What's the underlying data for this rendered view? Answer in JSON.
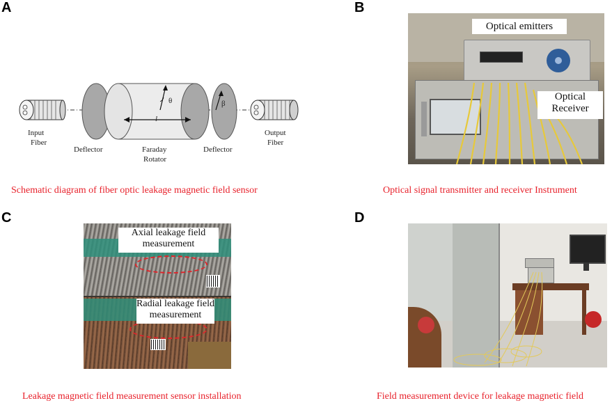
{
  "panels": {
    "a": {
      "letter": "A",
      "caption": "Schematic diagram of fiber optic leakage magnetic field sensor",
      "labels": {
        "input_fiber_1": "Input",
        "input_fiber_2": "Fiber",
        "deflector_left": "Deflector",
        "faraday_1": "Faraday",
        "faraday_2": "Rotator",
        "deflector_right": "Deflector",
        "output_fiber_1": "Output",
        "output_fiber_2": "Fiber",
        "theta": "θ",
        "beta": "β",
        "length": "l"
      }
    },
    "b": {
      "letter": "B",
      "caption": "Optical signal transmitter and receiver Instrument",
      "labels": {
        "emitters": "Optical emitters",
        "receiver_1": "Optical",
        "receiver_2": "Receiver"
      }
    },
    "c": {
      "letter": "C",
      "caption": "Leakage magnetic field measurement sensor installation",
      "labels": {
        "axial_1": "Axial leakage field",
        "axial_2": "measurement",
        "radial_1": "Radial leakage field",
        "radial_2": "measurement"
      }
    },
    "d": {
      "letter": "D",
      "caption": "Field measurement device for leakage magnetic field"
    }
  }
}
